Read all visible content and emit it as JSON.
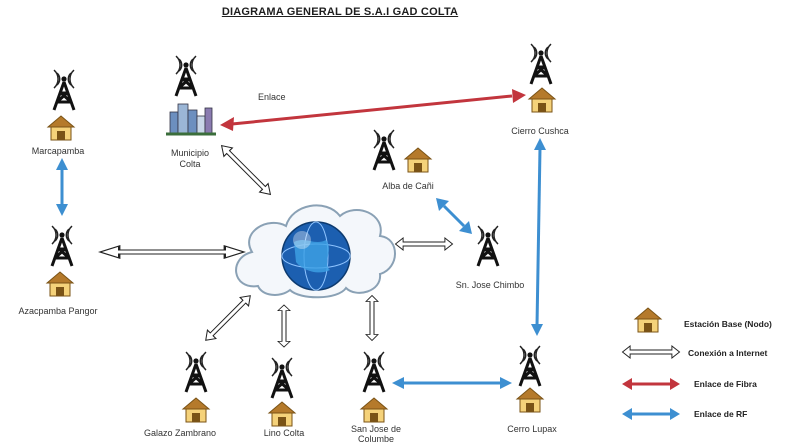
{
  "title": "DIAGRAMA GENERAL DE S.A.I GAD COLTA",
  "link_label": "Enlace",
  "nodes": {
    "marcapamba": "Marcapamba",
    "azacpamba": "Azacpamba Pangor",
    "municipio": "Municipio\nColta",
    "cierro_cushca": "Cierro Cushca",
    "alba_de_cani": "Alba de Cañi",
    "sn_jose_chimbo": "Sn. Jose Chimbo",
    "galazo_zambrano": "Galazo Zambrano",
    "lino_colta": "Lino Colta",
    "san_jose_columbe": "San Jose de\nColumbe",
    "cerro_lupax": "Cerro Lupax"
  },
  "legend": {
    "base_station": "Estación Base (Nodo)",
    "internet": "Conexión a Internet",
    "fiber": "Enlace de Fibra",
    "rf": "Enlace de RF"
  },
  "colors": {
    "fiber": "#c2353d",
    "rf": "#3d8fd1",
    "house_wall": "#f5d27a",
    "house_roof": "#b57a2b"
  }
}
